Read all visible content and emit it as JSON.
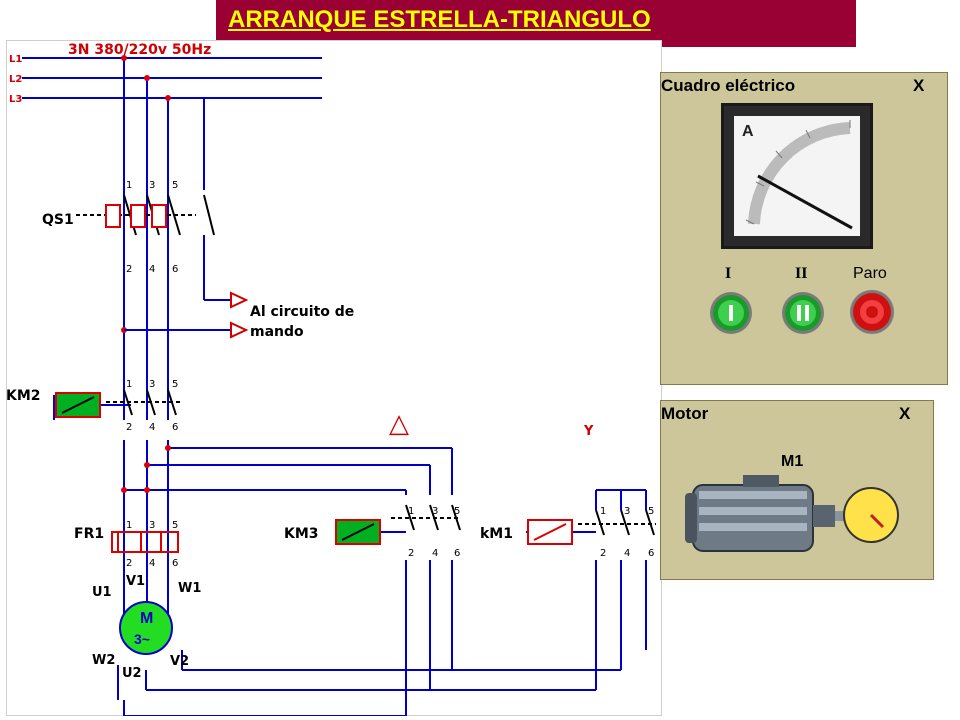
{
  "title": "ARRANQUE  ESTRELLA-TRIANGULO",
  "schematic": {
    "supply_label": "3N    380/220v  50Hz",
    "phase_labels": [
      "L1",
      "L2",
      "L3"
    ],
    "qs1": "QS1",
    "mando_line1": "Al circuito de",
    "mando_line2": "mando",
    "km2": "KM2",
    "km3": "KM3",
    "km1": "kM1",
    "fr1": "FR1",
    "delta_symbol": "△",
    "star_symbol": "Y",
    "terminals_top": [
      "1",
      "3",
      "5"
    ],
    "terminals_bottom": [
      "2",
      "4",
      "6"
    ],
    "motor_terminals": {
      "u1": "U1",
      "v1": "V1",
      "w1": "W1",
      "w2": "W2",
      "u2": "U2",
      "v2": "V2"
    },
    "motor_symbol": "M",
    "motor_phases": "3~"
  },
  "cuadro": {
    "title": "Cuadro eléctrico",
    "close": "X",
    "ammeter_letter": "A",
    "btn1_label": "I",
    "btn2_label": "II",
    "stop_label": "Paro",
    "colors": {
      "start": "#1a9a2a",
      "stop": "#d01010"
    }
  },
  "motor_panel": {
    "title": "Motor",
    "close": "X",
    "motor_label": "M1"
  },
  "colors": {
    "wire": "#0000cc",
    "annotation": "#ff0000",
    "title_bg": "#990033",
    "title_text": "#ffff00",
    "panel_bg": "#ccc69a"
  }
}
